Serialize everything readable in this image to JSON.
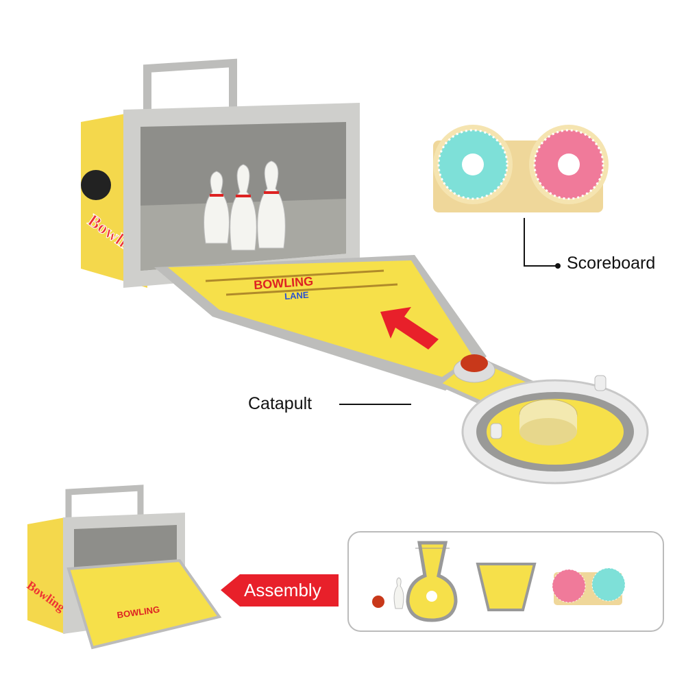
{
  "labels": {
    "scoreboard": "Scoreboard",
    "catapult": "Catapult",
    "assembly": "Assembly"
  },
  "logos": {
    "box_side": "Bowling",
    "lane": "BOWLING LANE"
  },
  "colors": {
    "lane_yellow": "#f6e04a",
    "box_gray": "#c9c9c6",
    "accent_red": "#e8202a",
    "score_teal": "#7ee0d8",
    "score_pink": "#f07a9a",
    "base_tan": "#efd79a"
  }
}
